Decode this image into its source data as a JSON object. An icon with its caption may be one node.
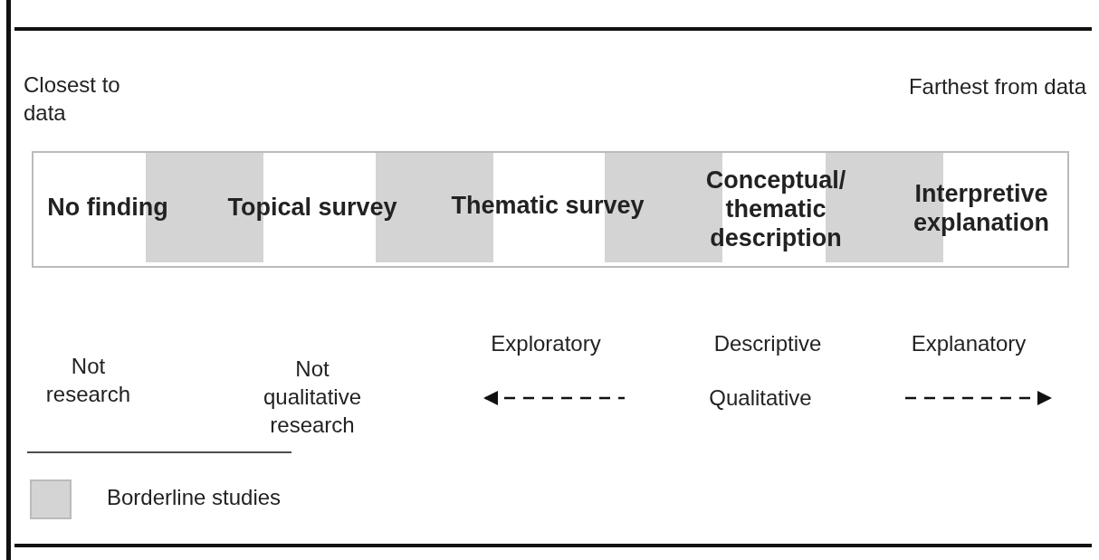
{
  "diagram": {
    "nodes": [
      {
        "text": [],
        "shape": "bar"
      },
      {
        "text": [
          "No finding"
        ],
        "in": 0
      },
      {
        "text": [],
        "shape": "band",
        "in": 0
      },
      {
        "text": [
          "Topical survey"
        ],
        "in": 0
      },
      {
        "text": [],
        "shape": "band",
        "in": 0
      },
      {
        "text": [
          "Thematic survey"
        ],
        "in": 0
      },
      {
        "text": [],
        "shape": "band",
        "in": 0
      },
      {
        "text": [
          "Conceptual/ thematic description"
        ],
        "in": 0
      },
      {
        "text": [],
        "shape": "band",
        "in": 0
      },
      {
        "text": [
          "Interpretive explanation"
        ],
        "in": 0
      }
    ],
    "edges": [],
    "labels": [
      "Closest to data",
      "Farthest from data",
      "Exploratory",
      "Descriptive",
      "Explanatory",
      "Not research",
      "Not qualitative research",
      "Qualitative"
    ],
    "legend": [
      {
        "text": "Borderline studies",
        "color": "#d4d4d4"
      }
    ]
  }
}
